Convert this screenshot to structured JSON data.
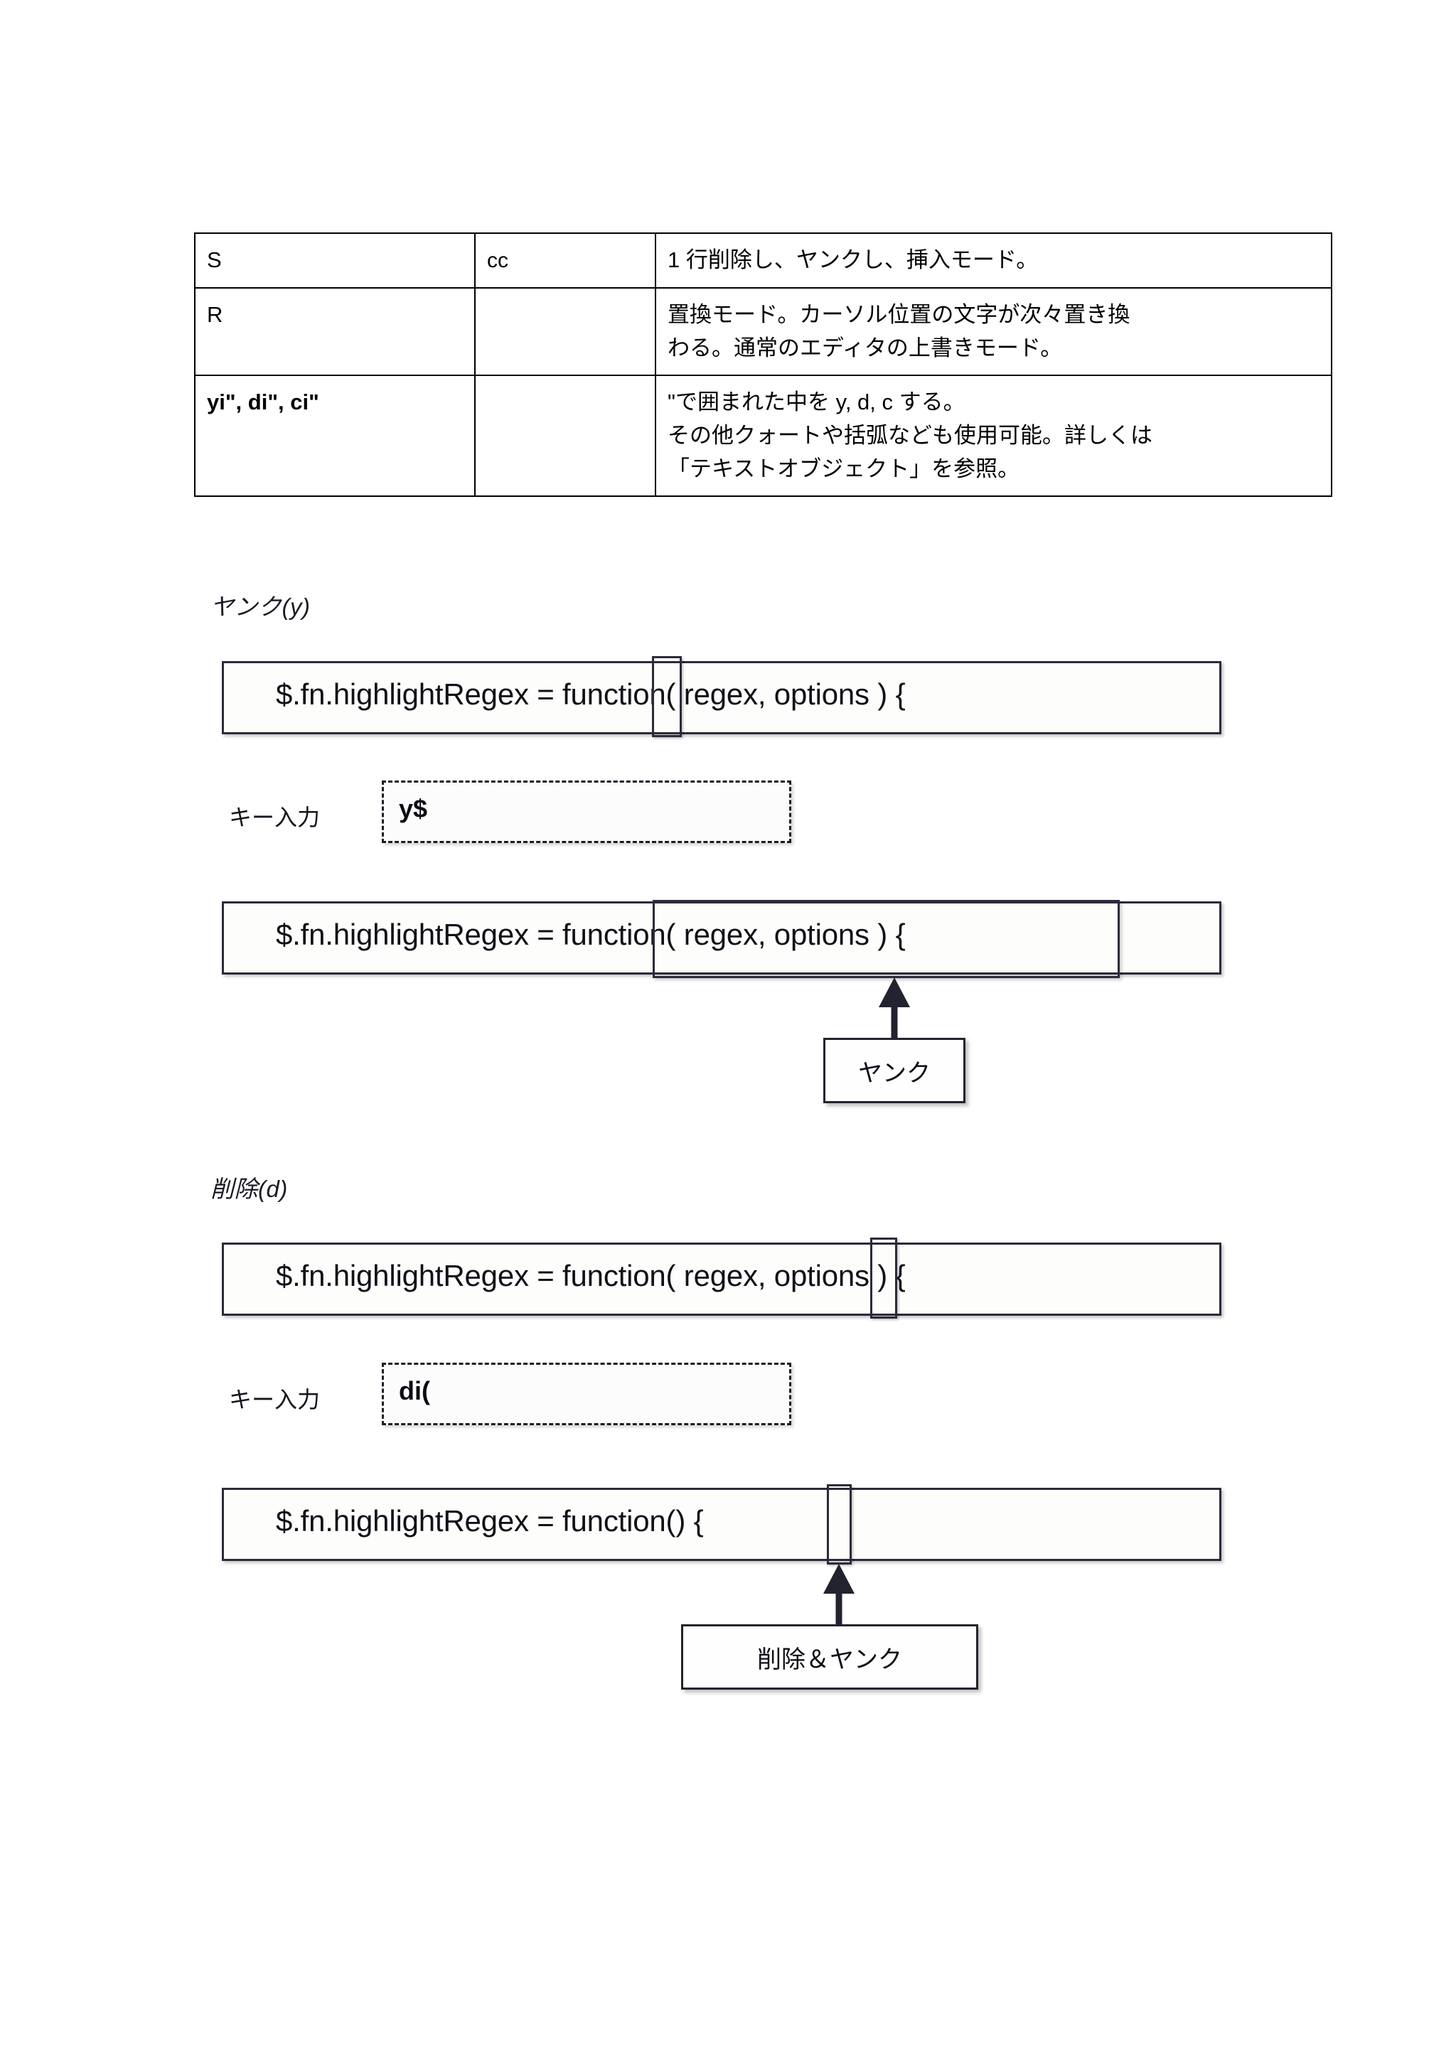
{
  "table": {
    "rows": [
      {
        "key": "S",
        "key_bold": false,
        "alt": "cc",
        "desc": [
          "1 行削除し、ヤンクし、挿入モード。"
        ]
      },
      {
        "key": "R",
        "key_bold": false,
        "alt": "",
        "desc": [
          "置換モード。カーソル位置の文字が次々置き換",
          "わる。通常のエディタの上書きモード。"
        ]
      },
      {
        "key": "yi\", di\", ci\"",
        "key_bold": true,
        "alt": "",
        "desc": [
          "\"で囲まれた中を y, d, c する。",
          "その他クォートや括弧なども使用可能。詳しくは",
          "「テキストオブジェクト」を参照。"
        ]
      }
    ]
  },
  "yank_section": {
    "heading": "ヤンク(y)",
    "code_before": "$.fn.highlightRegex = function( regex, options ) {",
    "key_label": "キー入力",
    "key_value": "y$",
    "code_after": "$.fn.highlightRegex = function( regex, options ) {",
    "callout": "ヤンク"
  },
  "delete_section": {
    "heading": "削除(d)",
    "code_before": "$.fn.highlightRegex = function( regex, options ) {",
    "key_label": "キー入力",
    "key_value": "di(",
    "code_after": "$.fn.highlightRegex = function() {",
    "callout": "削除＆ヤンク"
  },
  "colors": {
    "border": "#2b2b3c",
    "text": "#101018",
    "page_background": "#ffffff"
  }
}
